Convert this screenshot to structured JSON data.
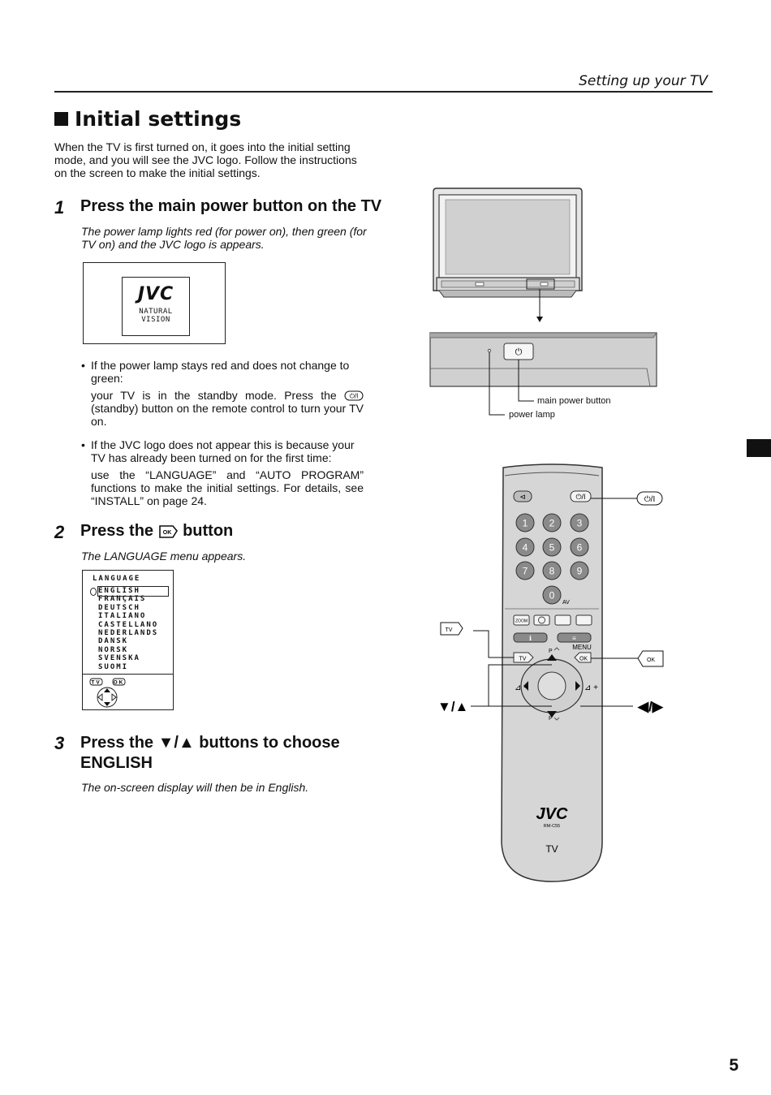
{
  "header": {
    "title": "Setting up your TV"
  },
  "section": {
    "title": "Initial settings"
  },
  "intro": "When the TV is first turned on, it goes into the initial setting mode, and you will see the JVC logo. Follow the instructions on the screen to make the initial settings.",
  "step1": {
    "num": "1",
    "title": "Press the main power button on the TV",
    "note": "The power lamp lights red (for power on), then green (for TV on) and the JVC logo is appears.",
    "logo_brand": "JVC",
    "logo_sub": "NATURAL VISION",
    "bullet1_main": "If the power lamp stays red and does not change to green:",
    "bullet1_sub_a": "your TV is in the standby mode. Press the",
    "bullet1_sub_b": "(standby) button on the remote control to turn your TV on.",
    "bullet2_main": "If the JVC logo does not appear this is because your TV has already been turned on for the first time:",
    "bullet2_sub": "use the “LANGUAGE” and “AUTO PROGRAM” functions to make the initial settings. For details, see “INSTALL” on page 24."
  },
  "step2": {
    "num": "2",
    "title_a": "Press the",
    "title_b": "button",
    "note": "The LANGUAGE menu appears.",
    "menu_title": "LANGUAGE",
    "languages": [
      "ENGLISH",
      "FRANÇAIS",
      "DEUTSCH",
      "ITALIANO",
      "CASTELLANO",
      "NEDERLANDS",
      "DANSK",
      "NORSK",
      "SVENSKA",
      "SUOMI"
    ],
    "menu_btn_tv": "TV",
    "menu_btn_ok": "OK"
  },
  "step3": {
    "num": "3",
    "title_a": "Press the ▼/▲ buttons to choose",
    "title_b": "ENGLISH",
    "note": "The on-screen display will then be in English."
  },
  "tv_labels": {
    "main_power": "main power button",
    "power_lamp": "power lamp"
  },
  "remote": {
    "keys": [
      "1",
      "2",
      "3",
      "4",
      "5",
      "6",
      "7",
      "8",
      "9",
      "0"
    ],
    "av": "AV",
    "zoom": "ZOOM",
    "menu": "MENU",
    "tv_key": "TV",
    "ok_key": "OK",
    "p_up": "P",
    "p_down": "P",
    "brand": "JVC",
    "model": "RM-C55",
    "bottom_label": "TV",
    "callout_tv": "TV",
    "callout_ok": "OK",
    "callout_standby": "⏻/I",
    "callout_updown": "▼/▲",
    "callout_leftright": "◀/▶"
  },
  "page_number": "5"
}
